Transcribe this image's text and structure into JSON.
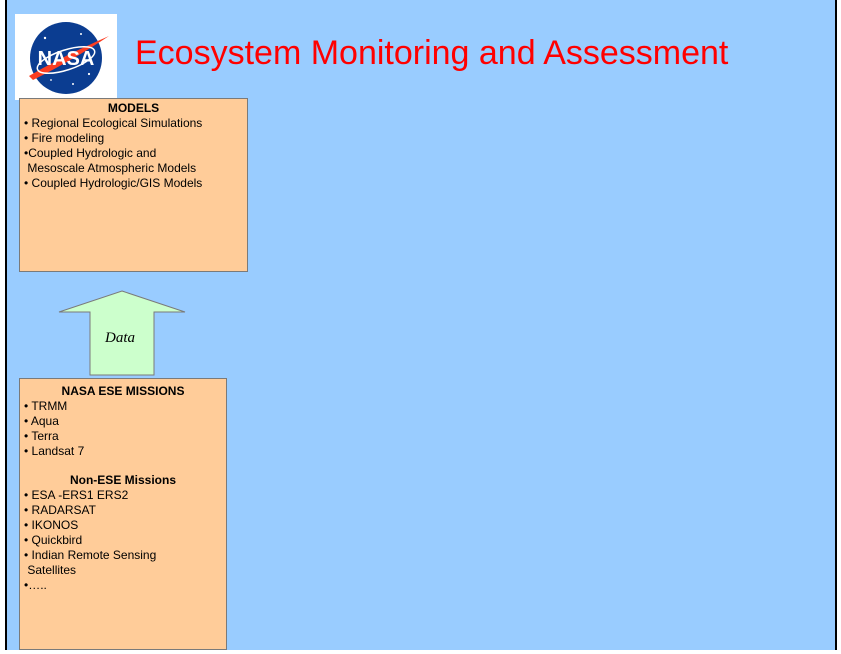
{
  "slide": {
    "title": "Ecosystem Monitoring and Assessment",
    "logo": {
      "text": "NASA",
      "icon": "nasa-meatball-logo"
    },
    "colors": {
      "background": "#99ccff",
      "title": "#ff0000",
      "box_fill": "#ffcc99",
      "arrow_fill": "#ccffcc"
    }
  },
  "models_box": {
    "heading": "MODELS",
    "items": [
      "• Regional Ecological Simulations",
      "• Fire modeling",
      "•Coupled Hydrologic and\n Mesoscale Atmospheric Models",
      "• Coupled Hydrologic/GIS Models"
    ]
  },
  "arrow": {
    "label": "Data",
    "direction": "up"
  },
  "missions_box": {
    "heading": "NASA ESE MISSIONS",
    "items": [
      "• TRMM",
      "• Aqua",
      "• Terra",
      "• Landsat 7"
    ],
    "subheading": "Non-ESE Missions",
    "sub_items": [
      "• ESA -ERS1 ERS2",
      "• RADARSAT",
      "• IKONOS",
      "• Quickbird",
      "• Indian Remote Sensing\n Satellites",
      "•….."
    ]
  }
}
